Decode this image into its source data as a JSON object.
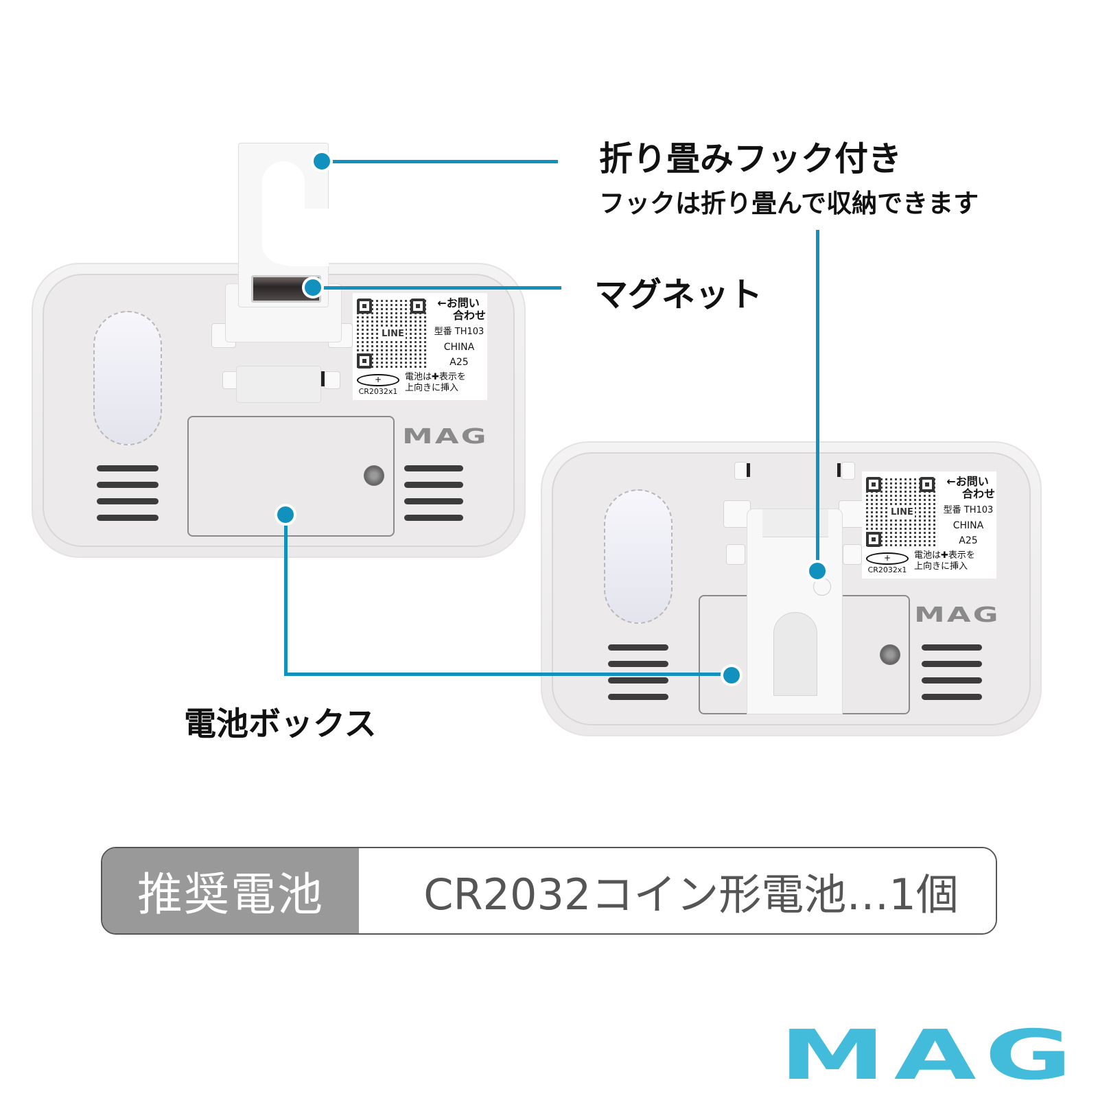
{
  "callouts": {
    "hook": {
      "title": "折り畳みフック付き",
      "subtitle": "フックは折り畳んで収納できます"
    },
    "magnet": {
      "title": "マグネット"
    },
    "battery_box": {
      "title": "電池ボックス"
    }
  },
  "device_label": {
    "inquiry": "←お問い",
    "inquiry2": "合わせ",
    "qr_brand": "LINE",
    "model": "型番 TH103",
    "origin": "CHINA",
    "lot": "A25",
    "coin_symbol": "+",
    "battery_code": "CR2032x1",
    "battery_note_line1": "電池は✚表示を",
    "battery_note_line2": "上向きに挿入"
  },
  "device_brand": "MAG",
  "spec": {
    "key": "推奨電池",
    "value": "CR2032コイン形電池…1個"
  },
  "brand_logo": "MAG",
  "colors": {
    "callout": "#1291be",
    "logo": "#43bcdb",
    "spec_key_bg": "#999999",
    "spec_value_text": "#555555"
  }
}
